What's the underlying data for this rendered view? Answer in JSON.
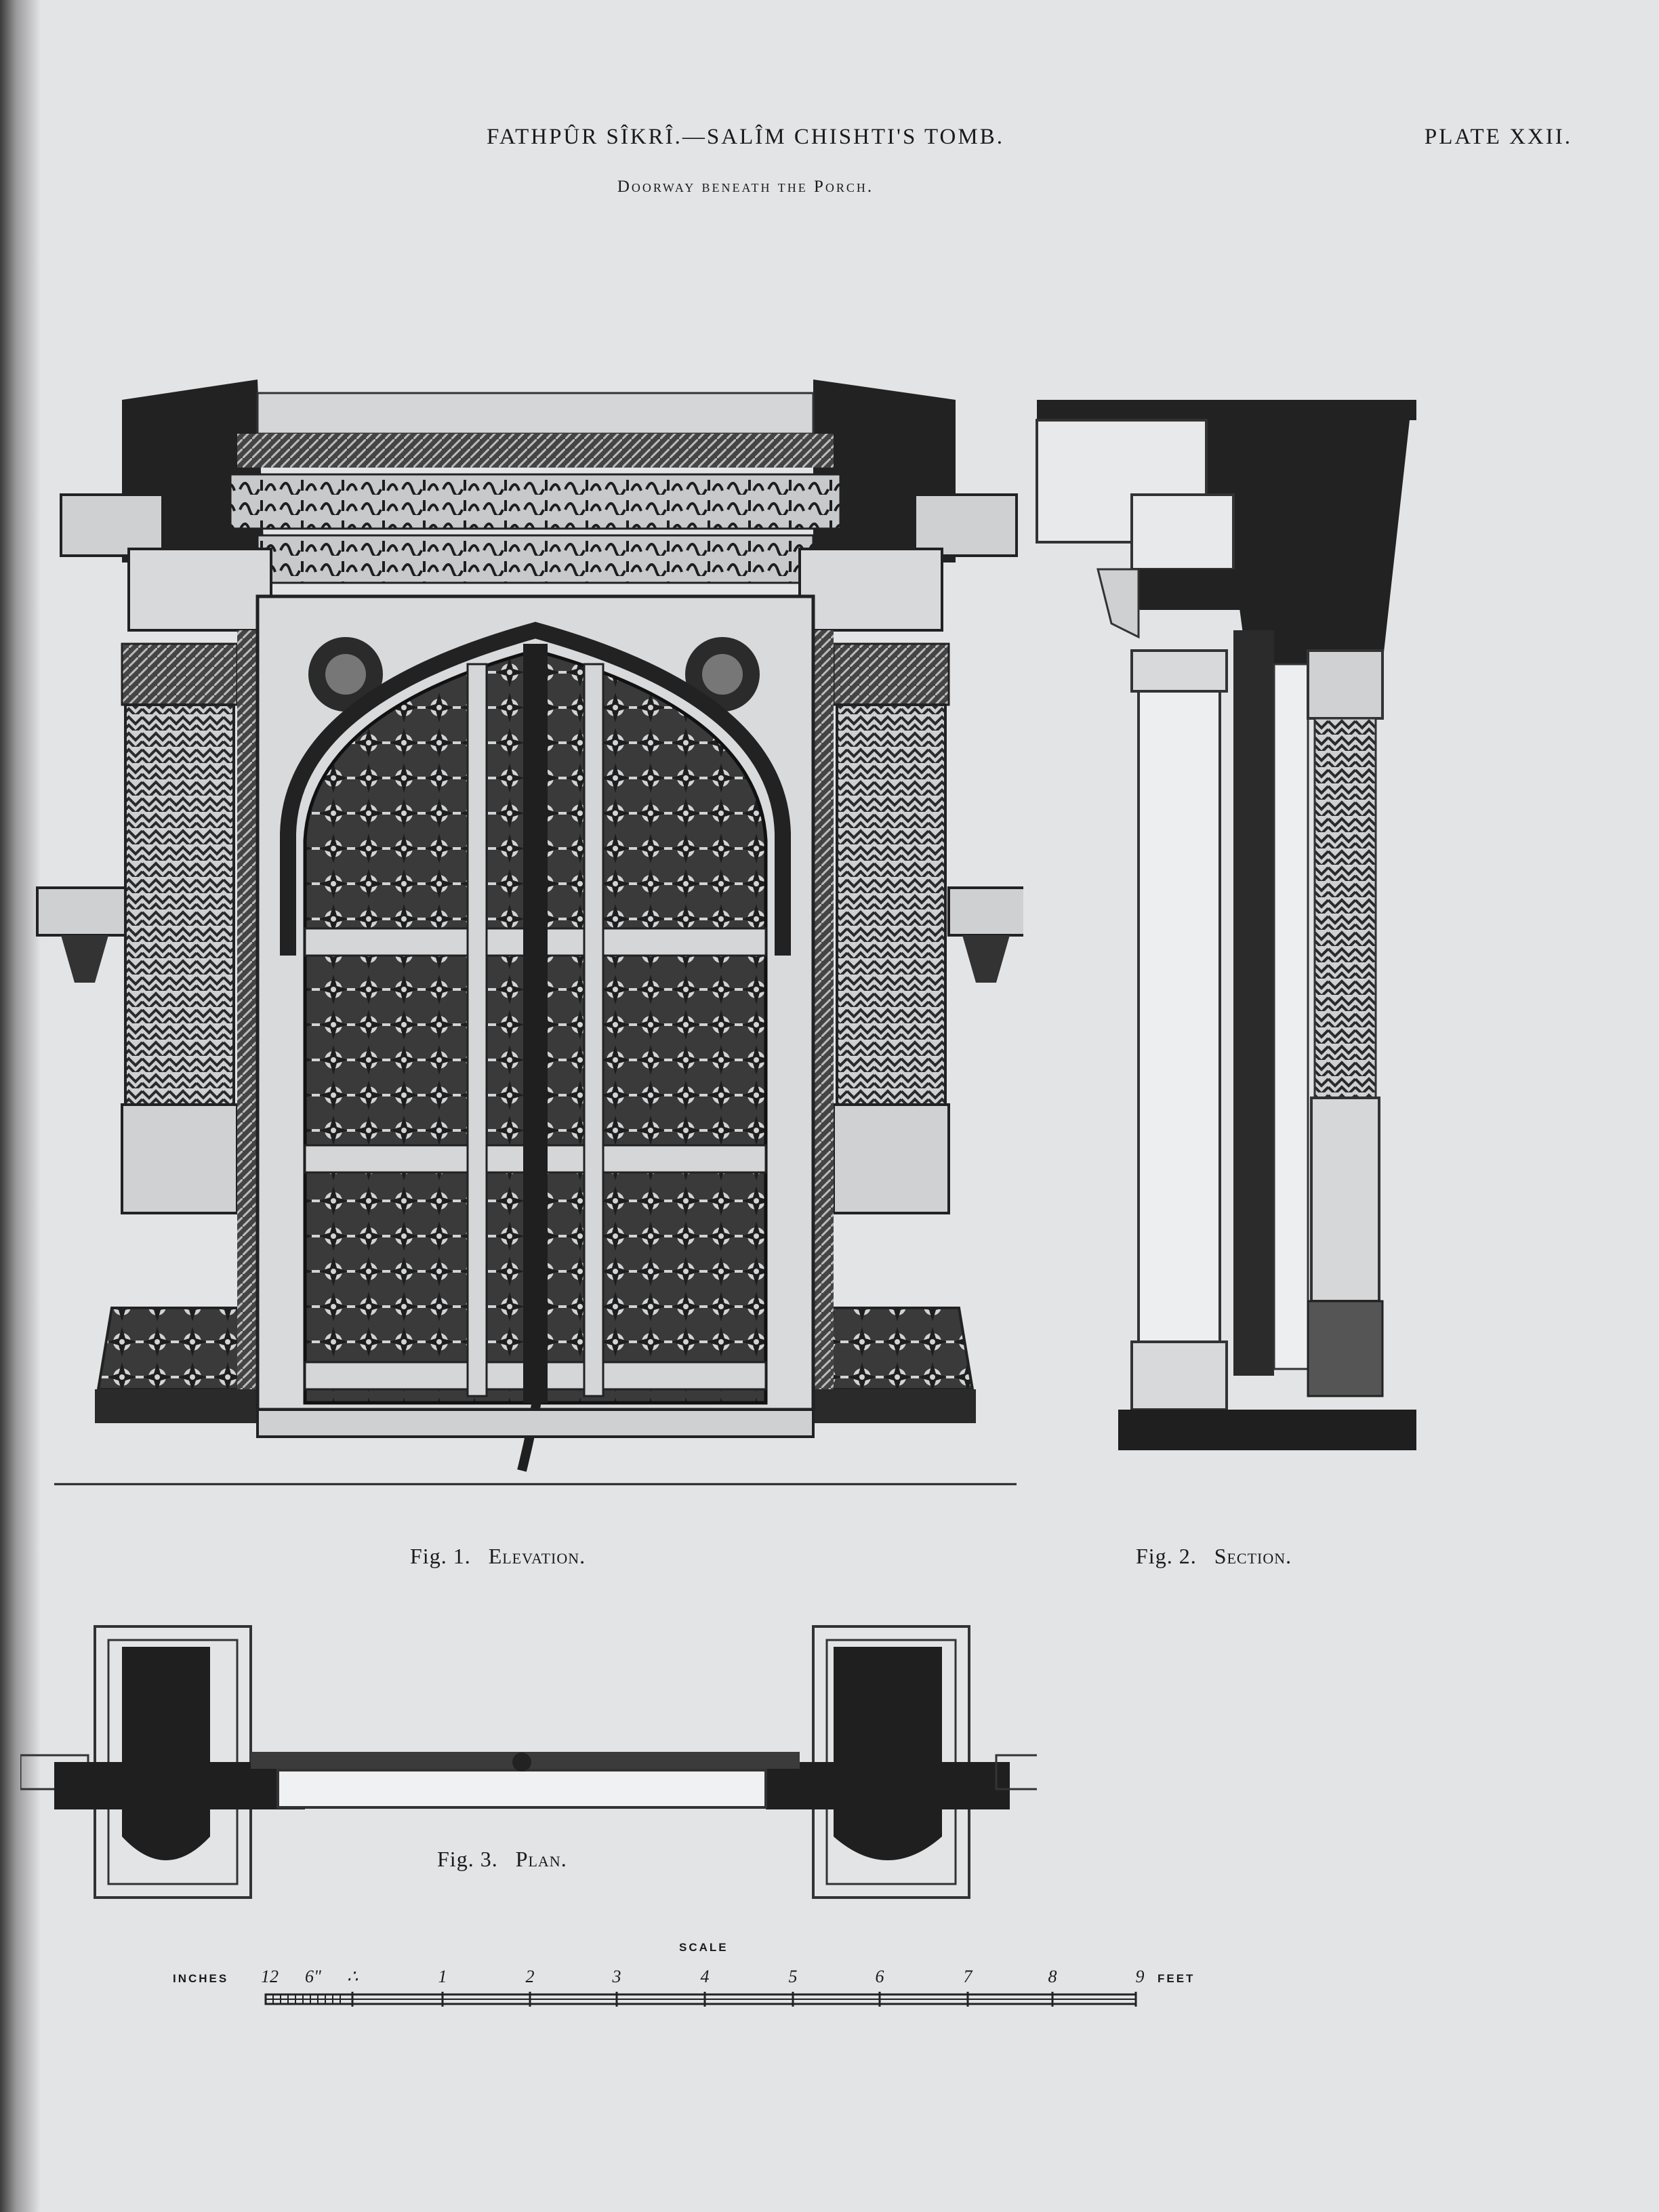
{
  "header": {
    "title": "FATHPÛR SÎKRÎ.—SALÎM CHISHTI'S TOMB.",
    "plate": "PLATE XXII.",
    "subtitle": "Doorway beneath the Porch."
  },
  "figures": {
    "fig1": {
      "number": "Fig. 1.",
      "name": "Elevation."
    },
    "fig2": {
      "number": "Fig. 2.",
      "name": "Section."
    },
    "fig3": {
      "number": "Fig. 3.",
      "name": "Plan."
    }
  },
  "scale": {
    "title": "SCALE",
    "left_label": "INCHES",
    "right_label": "FEET",
    "inch_ticks": [
      "12",
      "6\""
    ],
    "dots": "∴",
    "foot_ticks": [
      "1",
      "2",
      "3",
      "4",
      "5",
      "6",
      "7",
      "8",
      "9"
    ]
  }
}
